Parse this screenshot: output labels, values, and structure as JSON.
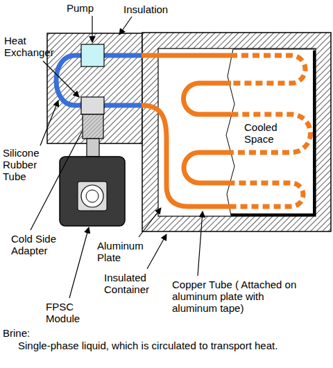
{
  "diagram": {
    "labels": [
      "Pump",
      "Insulation",
      "Heat Exchanger",
      "Cooled Space",
      "Silicone Rubber Tube",
      "Cold Side Adapter",
      "Aluminum Plate",
      "Copper Tube ( Attached on aluminum plate with aluminum tape)",
      "FPSC Module",
      "Insulated Container",
      "Brine:",
      "Single-phase liquid, which is circulated to transport heat."
    ]
  }
}
